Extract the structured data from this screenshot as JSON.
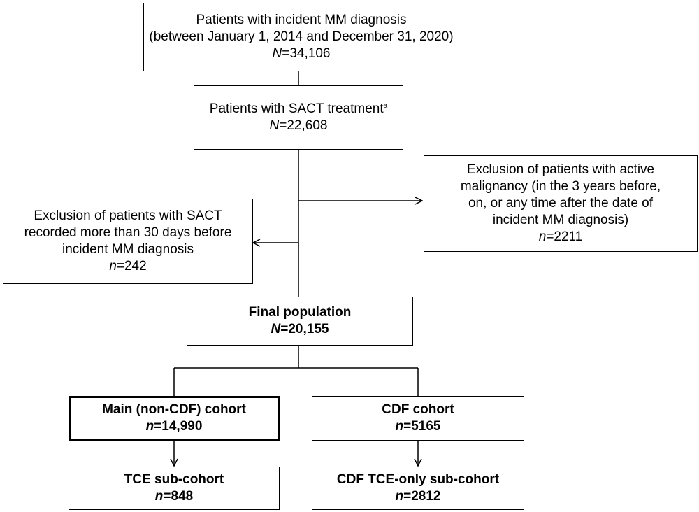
{
  "boxes": {
    "incident": {
      "line1": "Patients with incident MM diagnosis",
      "line2": "(between January 1, 2014 and December 31, 2020)",
      "n_label": "N",
      "n_value": "=34,106"
    },
    "sact": {
      "line1": "Patients with SACT treatment",
      "superscript": "a",
      "n_label": "N",
      "n_value": "=22,608"
    },
    "exclusion_sact": {
      "line1": "Exclusion of patients with SACT",
      "line2": "recorded more than 30 days before",
      "line3": "incident MM diagnosis",
      "n_label": "n",
      "n_value": "=242"
    },
    "exclusion_malignancy": {
      "line1": "Exclusion of patients with active",
      "line2": "malignancy (in the 3 years before,",
      "line3": "on, or any time after the date of",
      "line4": "incident MM diagnosis)",
      "n_label": "n",
      "n_value": "=2211"
    },
    "final": {
      "line1": "Final population",
      "n_label": "N",
      "n_value": "=20,155"
    },
    "main_cohort": {
      "line1": "Main (non-CDF) cohort",
      "n_label": "n",
      "n_value": "=14,990"
    },
    "cdf_cohort": {
      "line1": "CDF cohort",
      "n_label": "n",
      "n_value": "=5165"
    },
    "tce_sub": {
      "line1": "TCE sub-cohort",
      "n_label": "n",
      "n_value": "=848"
    },
    "cdf_tce_sub": {
      "line1": "CDF TCE-only sub-cohort",
      "n_label": "n",
      "n_value": "=2812"
    }
  }
}
